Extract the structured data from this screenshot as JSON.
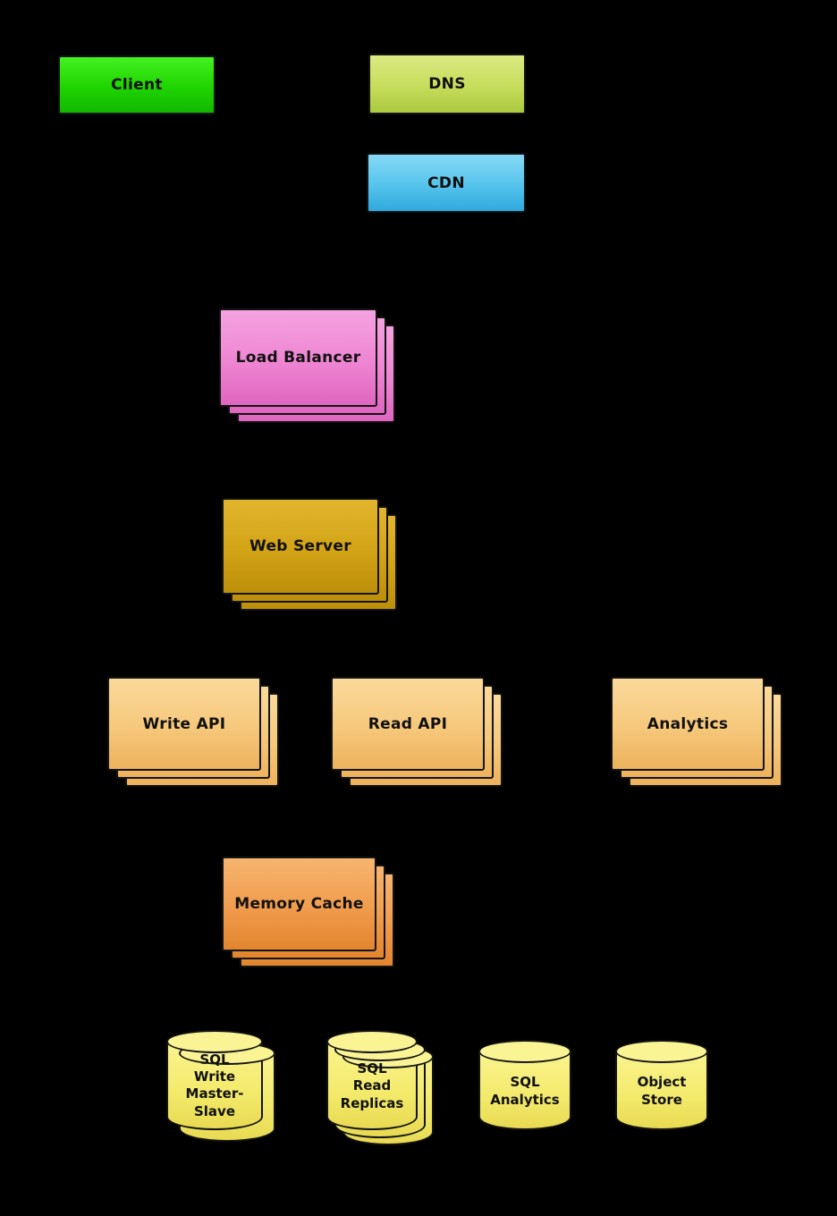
{
  "diagram": {
    "background_color": "#000000",
    "description": "Scaled web architecture diagram",
    "nodes": {
      "client": {
        "label": "Client",
        "color": "#1ed400",
        "shape": "box"
      },
      "dns": {
        "label": "DNS",
        "color": "#c6dd5c",
        "shape": "box"
      },
      "cdn": {
        "label": "CDN",
        "color": "#55c3ec",
        "shape": "box"
      },
      "load_balancer": {
        "label": "Load Balancer",
        "color": "#ee85d2",
        "shape": "stacked-box"
      },
      "web_server": {
        "label": "Web Server",
        "color": "#d2a315",
        "shape": "stacked-box"
      },
      "write_api": {
        "label": "Write API",
        "color": "#f6c87b",
        "shape": "stacked-box"
      },
      "read_api": {
        "label": "Read API",
        "color": "#f6c87b",
        "shape": "stacked-box"
      },
      "analytics": {
        "label": "Analytics",
        "color": "#f6c87b",
        "shape": "stacked-box"
      },
      "memory_cache": {
        "label": "Memory Cache",
        "color": "#f09c4c",
        "shape": "stacked-box"
      },
      "sql_write_master_slave": {
        "label": "SQL\nWrite\nMaster-\nSlave",
        "color": "#f3ea6b",
        "shape": "stacked-cylinder"
      },
      "sql_read_replicas": {
        "label": "SQL\nRead\nReplicas",
        "color": "#f3ea6b",
        "shape": "stacked-cylinder"
      },
      "sql_analytics": {
        "label": "SQL\nAnalytics",
        "color": "#f3ea6b",
        "shape": "cylinder"
      },
      "object_store": {
        "label": "Object\nStore",
        "color": "#f3ea6b",
        "shape": "cylinder"
      }
    }
  }
}
